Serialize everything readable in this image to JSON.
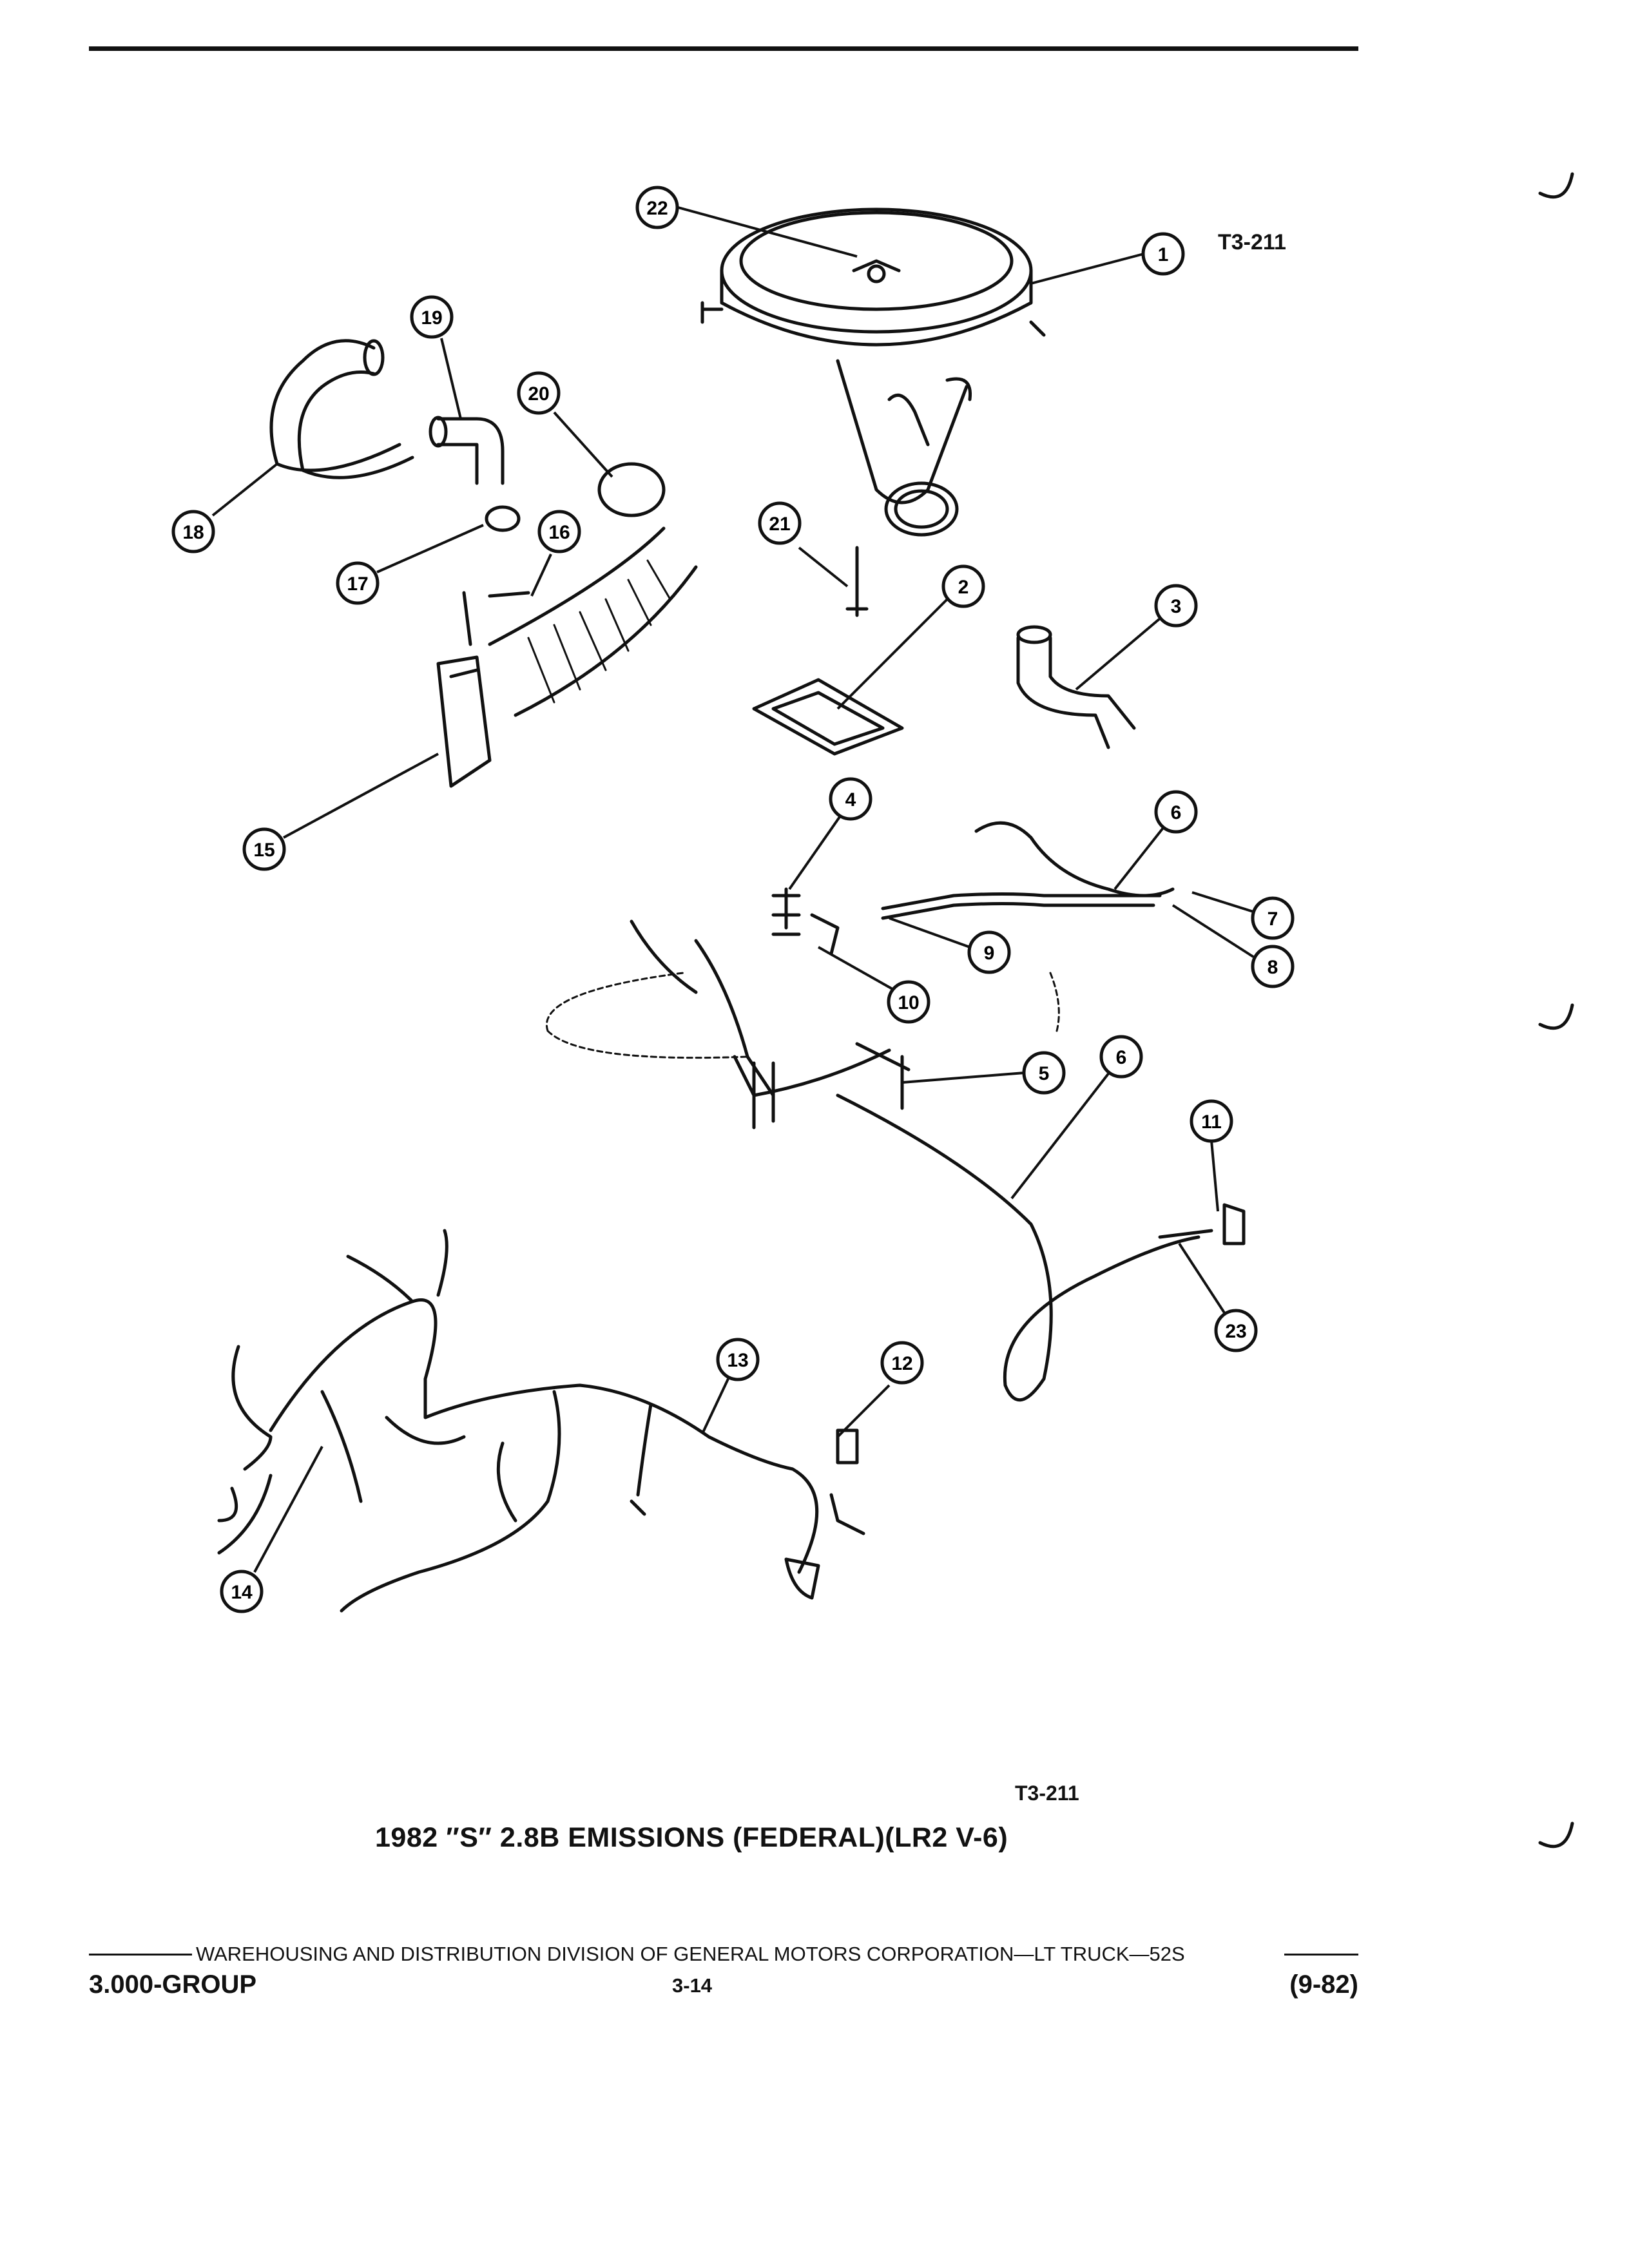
{
  "header": {
    "figure_ref_top": "T3-211"
  },
  "figure": {
    "figure_ref_bottom": "T3-211",
    "caption": "1982 ″S″ 2.8B EMISSIONS (FEDERAL)(LR2 V-6)",
    "callouts": [
      "1",
      "2",
      "3",
      "4",
      "5",
      "6",
      "6",
      "7",
      "8",
      "9",
      "10",
      "11",
      "12",
      "13",
      "14",
      "15",
      "16",
      "17",
      "18",
      "19",
      "20",
      "21",
      "22",
      "23"
    ]
  },
  "footer": {
    "publisher": "WAREHOUSING AND DISTRIBUTION DIVISION OF GENERAL MOTORS CORPORATION—LT TRUCK—52S",
    "group": "3.000-GROUP",
    "page": "3-14",
    "date_code": "(9-82)"
  }
}
